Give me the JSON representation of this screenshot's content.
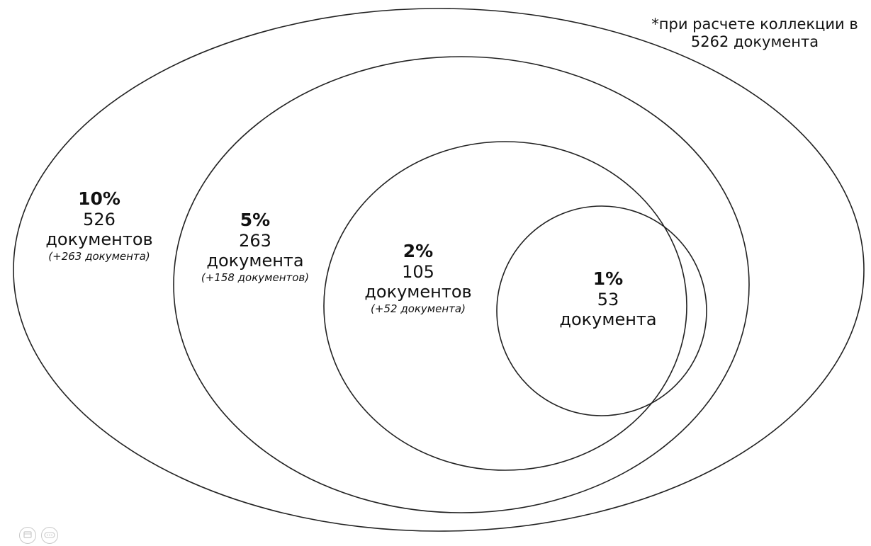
{
  "note": {
    "line1": "*при расчете коллекции в",
    "line2": "5262 документа"
  },
  "regions": [
    {
      "percent": "10%",
      "count": "526",
      "unit": "документов",
      "delta": "(+263 документа)"
    },
    {
      "percent": "5%",
      "count": "263",
      "unit": "документа",
      "delta": "(+158 документов)"
    },
    {
      "percent": "2%",
      "count": "105",
      "unit": "документов",
      "delta": "(+52 документа)"
    },
    {
      "percent": "1%",
      "count": "53",
      "unit": "документа",
      "delta": ""
    }
  ],
  "toolbar": {
    "icons": [
      "presentation-icon",
      "more-options-icon"
    ]
  }
}
